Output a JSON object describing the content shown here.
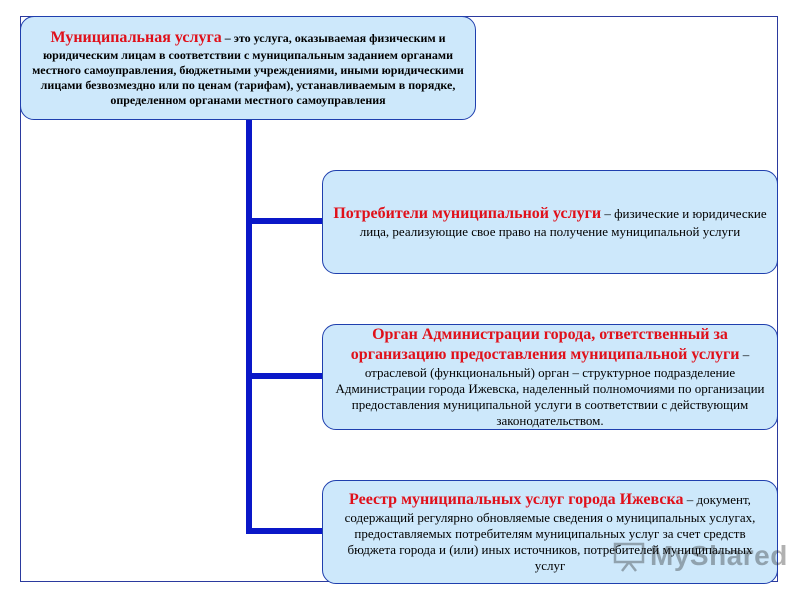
{
  "boxes": {
    "main": {
      "term": "Муниципальная услуга",
      "desc": " – это услуга, оказываемая физическим и юридическим лицам в соответствии с муниципальным заданием органами местного самоуправления, бюджетными учреждениями, иными юридическими лицами безвозмездно или по ценам (тарифам), устанавливаемым в порядке, определенном органами местного самоуправления"
    },
    "consumers": {
      "term": "Потребители муниципальной услуги",
      "desc": " – физические и юридические лица, реализующие свое право на получение муниципальной услуги"
    },
    "organ": {
      "term": "Орган Администрации города, ответственный за организацию предоставления муниципальной услуги",
      "desc": " – отраслевой (функциональный) орган – структурное подразделение Администрации города Ижевска, наделенный полномочиями по организации предоставления муниципальной услуги в соответствии с действующим законодательством."
    },
    "registry": {
      "term": "Реестр муниципальных услуг города Ижевска",
      "desc": " – документ, содержащий регулярно обновляемые сведения о муниципальных услугах, предоставляемых потребителям муниципальных услуг за счет средств бюджета города и (или) иных источников, потребителей муниципальных услуг"
    }
  },
  "watermark": {
    "text": "MyShared",
    "icon": "presentation-board-icon"
  },
  "colors": {
    "box_fill": "#cde8fb",
    "box_border": "#1f3fae",
    "term_red": "#e0101a",
    "connector_blue": "#0a18c8"
  }
}
